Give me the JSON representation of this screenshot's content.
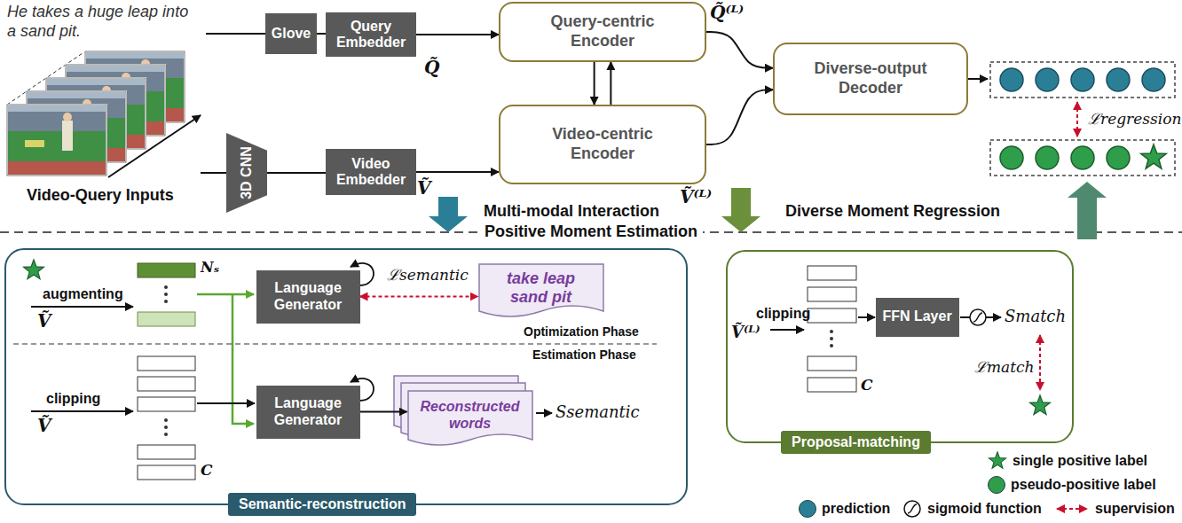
{
  "diagram": {
    "nodes": [
      {
        "text": [
          "Glove"
        ]
      },
      {
        "text": [
          "Query Embedder"
        ]
      },
      {
        "text": [
          "3D CNN"
        ]
      },
      {
        "text": [
          "Video Embedder"
        ]
      },
      {
        "text": [
          "Query-centric Encoder"
        ]
      },
      {
        "text": [
          "Video-centric Encoder"
        ]
      },
      {
        "text": [
          "Diverse-output Decoder"
        ]
      },
      {
        "text": [
          "Semantic-reconstruction"
        ]
      },
      {
        "text": [
          "Language Generator"
        ],
        "in": 7
      },
      {
        "text": [
          "take leap sand pit"
        ],
        "in": 7
      },
      {
        "text": [
          "Language Generator"
        ],
        "in": 7
      },
      {
        "text": [
          "Reconstructed words"
        ],
        "in": 7
      },
      {
        "text": [
          "Proposal-matching"
        ]
      },
      {
        "text": [
          "FFN Layer"
        ],
        "in": 12
      }
    ],
    "edges": [
      {
        "from": 0,
        "to": 1,
        "arrow": "none"
      },
      {
        "from": 1,
        "to": 4,
        "arrow": "to"
      },
      {
        "from": 2,
        "to": 3,
        "arrow": "none"
      },
      {
        "from": 3,
        "to": 5,
        "arrow": "to"
      },
      {
        "from": 4,
        "to": 5,
        "arrow": "to"
      },
      {
        "from": 5,
        "to": 4,
        "arrow": "to"
      },
      {
        "from": 4,
        "to": 6,
        "arrow": "to"
      },
      {
        "from": 5,
        "to": 6,
        "arrow": "to"
      },
      {
        "from": 8,
        "to": 9,
        "arrow": "both"
      },
      {
        "from": 10,
        "to": 11,
        "arrow": "to"
      }
    ],
    "labels": [
      "He takes a huge leap into a sand pit.",
      "Q̃",
      "Ṽ",
      "Q̃⁽ᴸ⁾",
      "Ṽ⁽ᴸ⁾",
      "Video-Query Inputs",
      "Multi-modal Interaction",
      "Diverse Moment Regression",
      "ℒregression",
      "Positive Moment Estimation",
      "augmenting",
      "Ṽ",
      "Nₛ",
      "ℒsemantic",
      "Optimization Phase",
      "Estimation Phase",
      "clipping",
      "Ṽ",
      "C",
      "Ssemantic",
      "clipping",
      "Ṽ⁽ᴸ⁾",
      "C",
      "Smatch",
      "ℒmatch"
    ],
    "legend": [
      {
        "text": "single positive label"
      },
      {
        "text": "pseudo-positive label",
        "color": "#2e9e4a"
      },
      {
        "text": "prediction",
        "color": "#2a7f96"
      },
      {
        "text": "sigmoid function"
      },
      {
        "text": "supervision"
      }
    ]
  }
}
